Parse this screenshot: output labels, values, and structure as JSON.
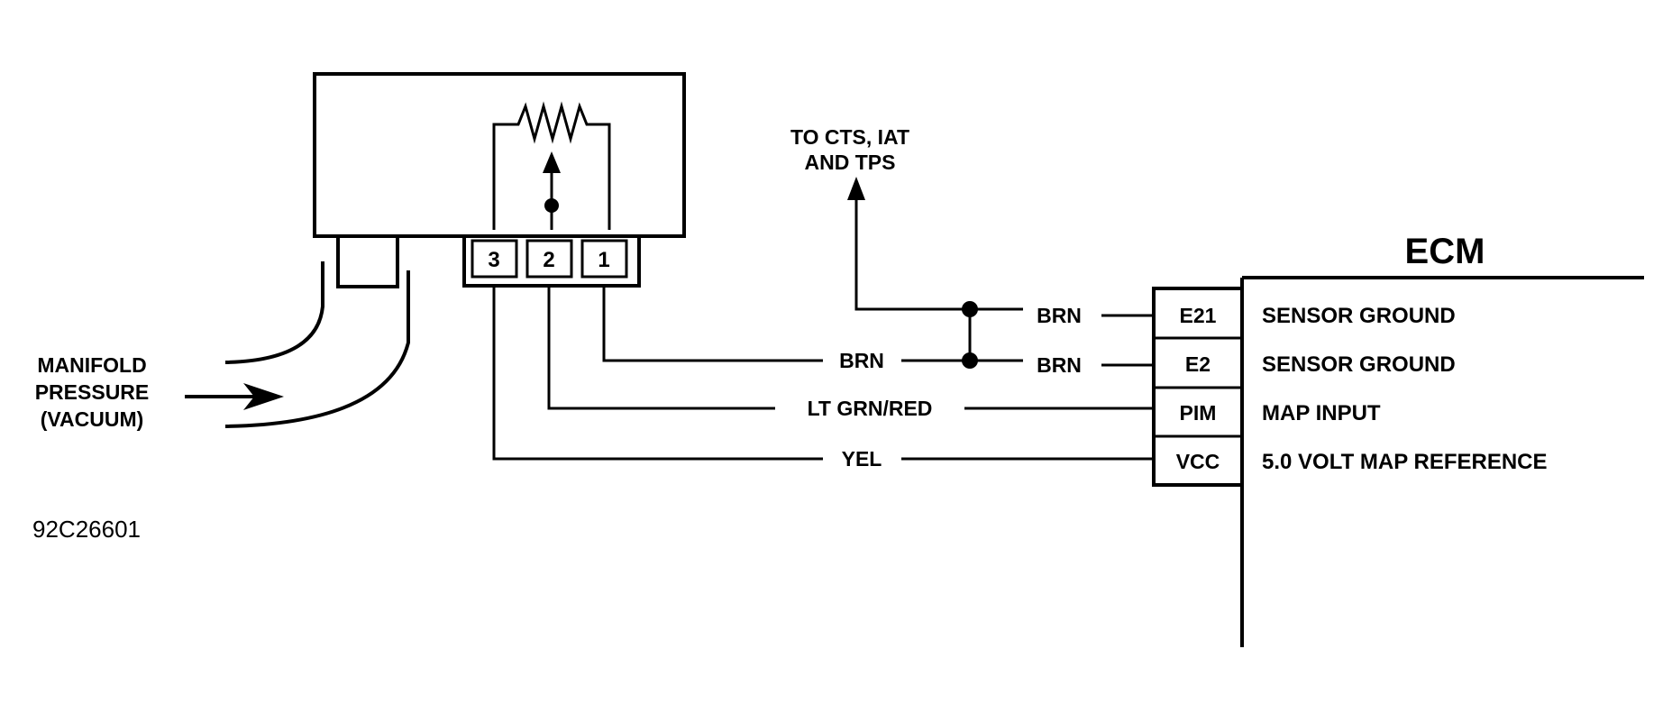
{
  "sensor": {
    "pins": [
      "3",
      "2",
      "1"
    ]
  },
  "vacuum_label": [
    "MANIFOLD",
    "PRESSURE",
    "(VACUUM)"
  ],
  "to_sensors_label": [
    "TO CTS, IAT",
    "AND TPS"
  ],
  "wires": [
    {
      "color": "BRN",
      "id": "brn-pin1"
    },
    {
      "color": "LT GRN/RED",
      "id": "ltgrnred"
    },
    {
      "color": "YEL",
      "id": "yel"
    },
    {
      "color": "BRN",
      "id": "brn-e21"
    },
    {
      "color": "BRN",
      "id": "brn-e2"
    }
  ],
  "ecm": {
    "title": "ECM",
    "terminals": [
      {
        "pin": "E21",
        "function": "SENSOR GROUND"
      },
      {
        "pin": "E2",
        "function": "SENSOR GROUND"
      },
      {
        "pin": "PIM",
        "function": "MAP INPUT"
      },
      {
        "pin": "VCC",
        "function": "5.0 VOLT MAP REFERENCE"
      }
    ]
  },
  "figure_id": "92C26601"
}
